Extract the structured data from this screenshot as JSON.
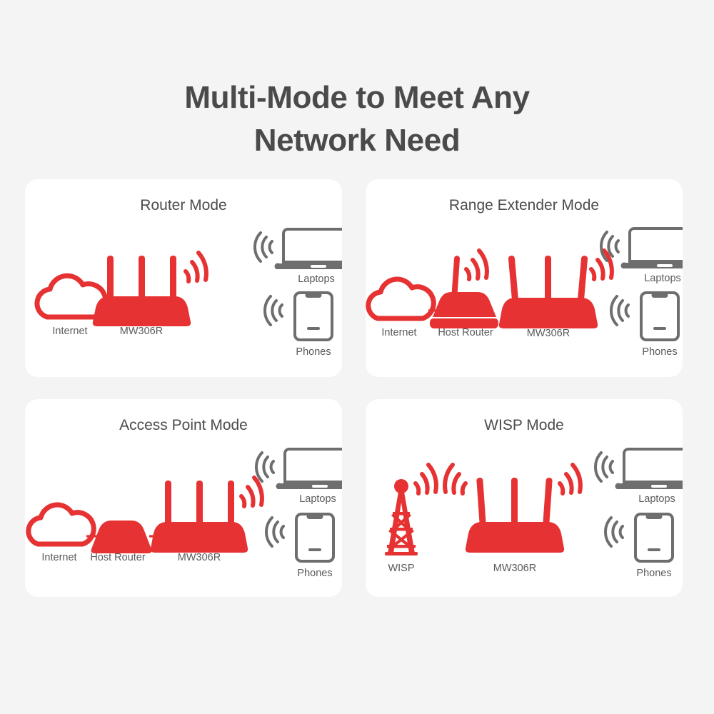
{
  "headline": {
    "line1": "Multi-Mode to Meet Any",
    "line2": "Network Need"
  },
  "colors": {
    "page_background": "#f4f4f4",
    "card_background": "#ffffff",
    "accent_red": "#e63232",
    "device_gray": "#6e6e6e",
    "heading_text": "#4a4a4a",
    "label_text": "#5a5a5a"
  },
  "cards": [
    {
      "id": "router-mode",
      "title": "Router Mode",
      "labels": {
        "source": "Internet",
        "device": "MW306R",
        "client_top": "Laptops",
        "client_bottom": "Phones"
      }
    },
    {
      "id": "range-extender-mode",
      "title": "Range Extender Mode",
      "labels": {
        "source": "Internet",
        "host": "Host Router",
        "device": "MW306R",
        "client_top": "Laptops",
        "client_bottom": "Phones"
      }
    },
    {
      "id": "access-point-mode",
      "title": "Access Point Mode",
      "labels": {
        "source": "Internet",
        "host": "Host Router",
        "device": "MW306R",
        "client_top": "Laptops",
        "client_bottom": "Phones"
      }
    },
    {
      "id": "wisp-mode",
      "title": "WISP Mode",
      "labels": {
        "source": "WISP",
        "device": "MW306R",
        "client_top": "Laptops",
        "client_bottom": "Phones"
      }
    }
  ]
}
